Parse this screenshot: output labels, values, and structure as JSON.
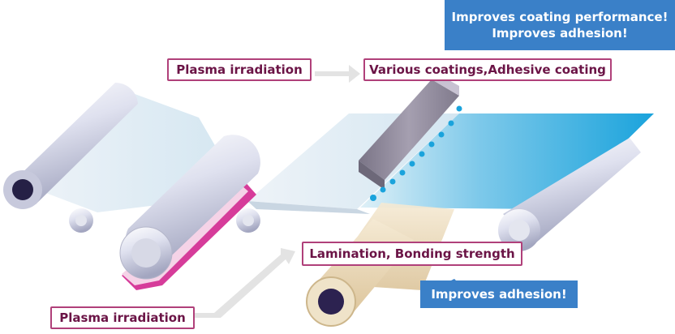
{
  "labels": {
    "plasma_top": "Plasma irradiation",
    "coatings": "Various coatings,Adhesive coating",
    "lamination": "Lamination, Bonding strength",
    "plasma_bottom": "Plasma irradiation"
  },
  "callouts": {
    "coating_line1": "Improves coating performance!",
    "coating_line2": "Improves adhesion!",
    "lamination": "Improves adhesion!"
  },
  "colors": {
    "label_border": "#b0407a",
    "label_text": "#6b1446",
    "callout_bg": "#3a80c8",
    "arrow": "#e3e3e3",
    "coating_blue": "#1aa3dc",
    "plasma_pink": "#d63c9a",
    "laminate_tan": "#e6d2ac"
  }
}
